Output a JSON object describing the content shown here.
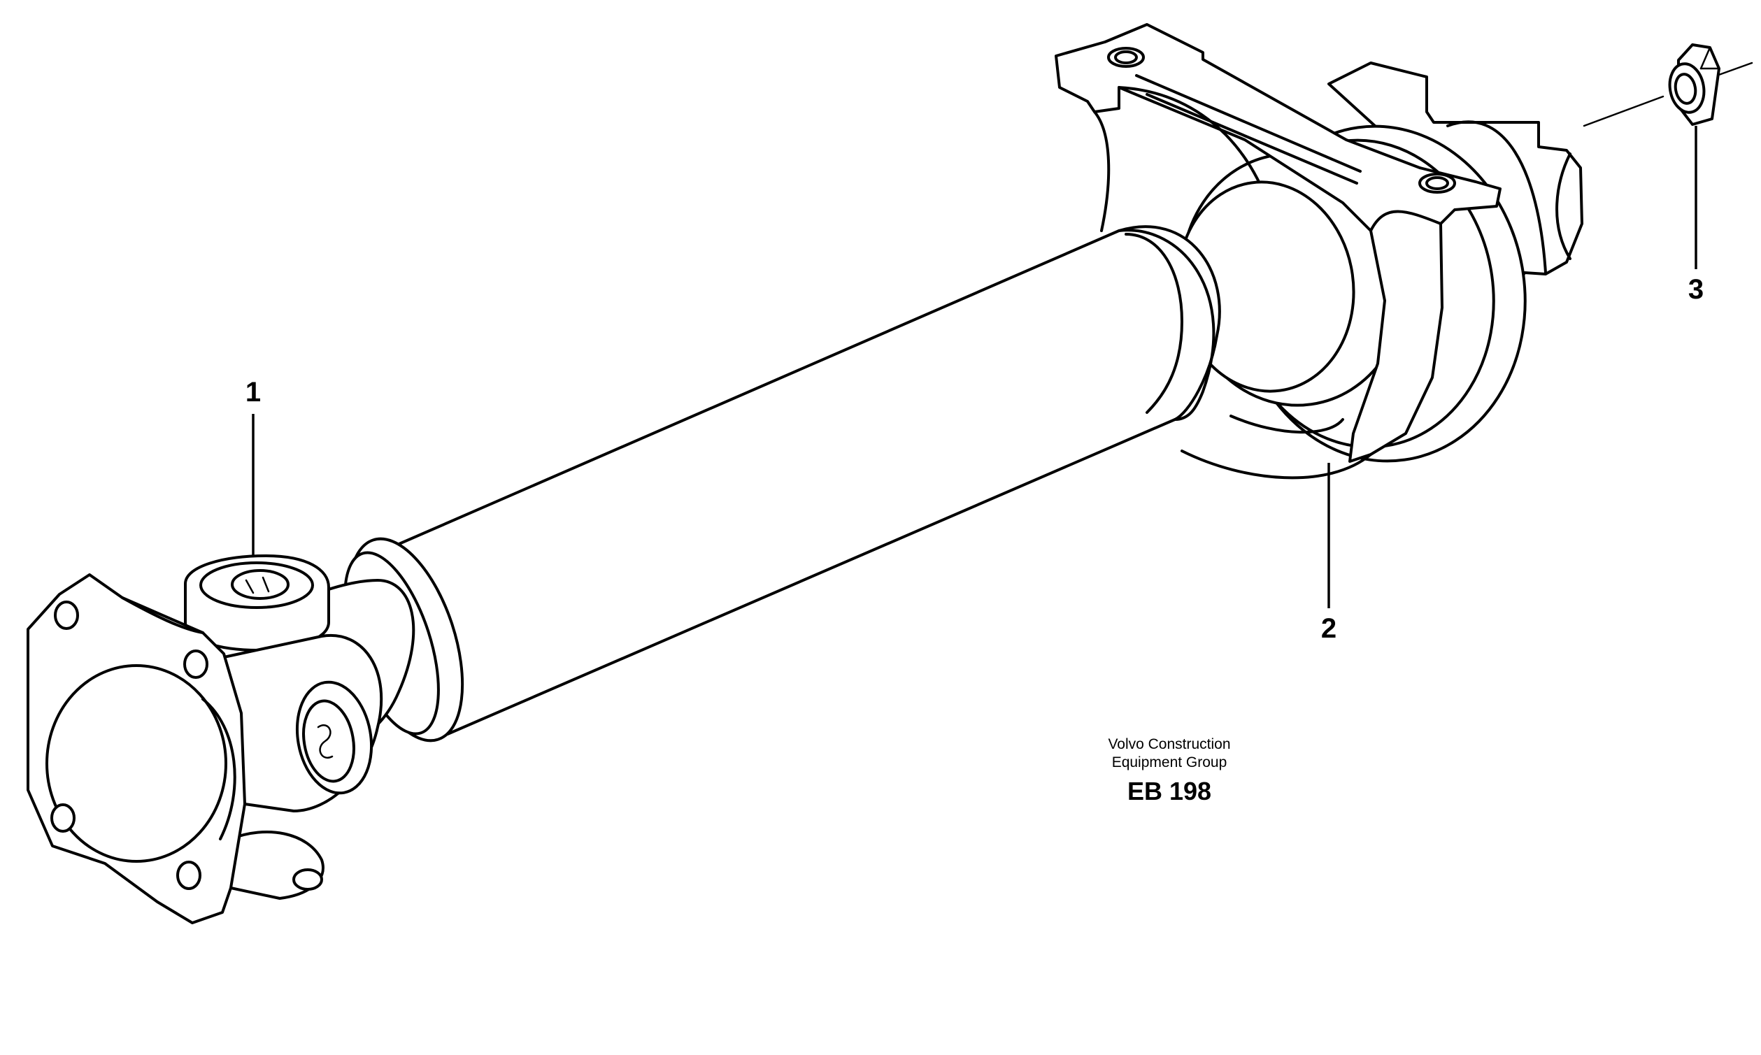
{
  "callouts": [
    {
      "number": "1",
      "part": "propeller-shaft"
    },
    {
      "number": "2",
      "part": "support-bearing"
    },
    {
      "number": "3",
      "part": "nut"
    }
  ],
  "credit": {
    "line1": "Volvo Construction",
    "line2": "Equipment Group"
  },
  "drawing_code": "EB 198",
  "colors": {
    "line": "#000000",
    "background": "#ffffff"
  }
}
